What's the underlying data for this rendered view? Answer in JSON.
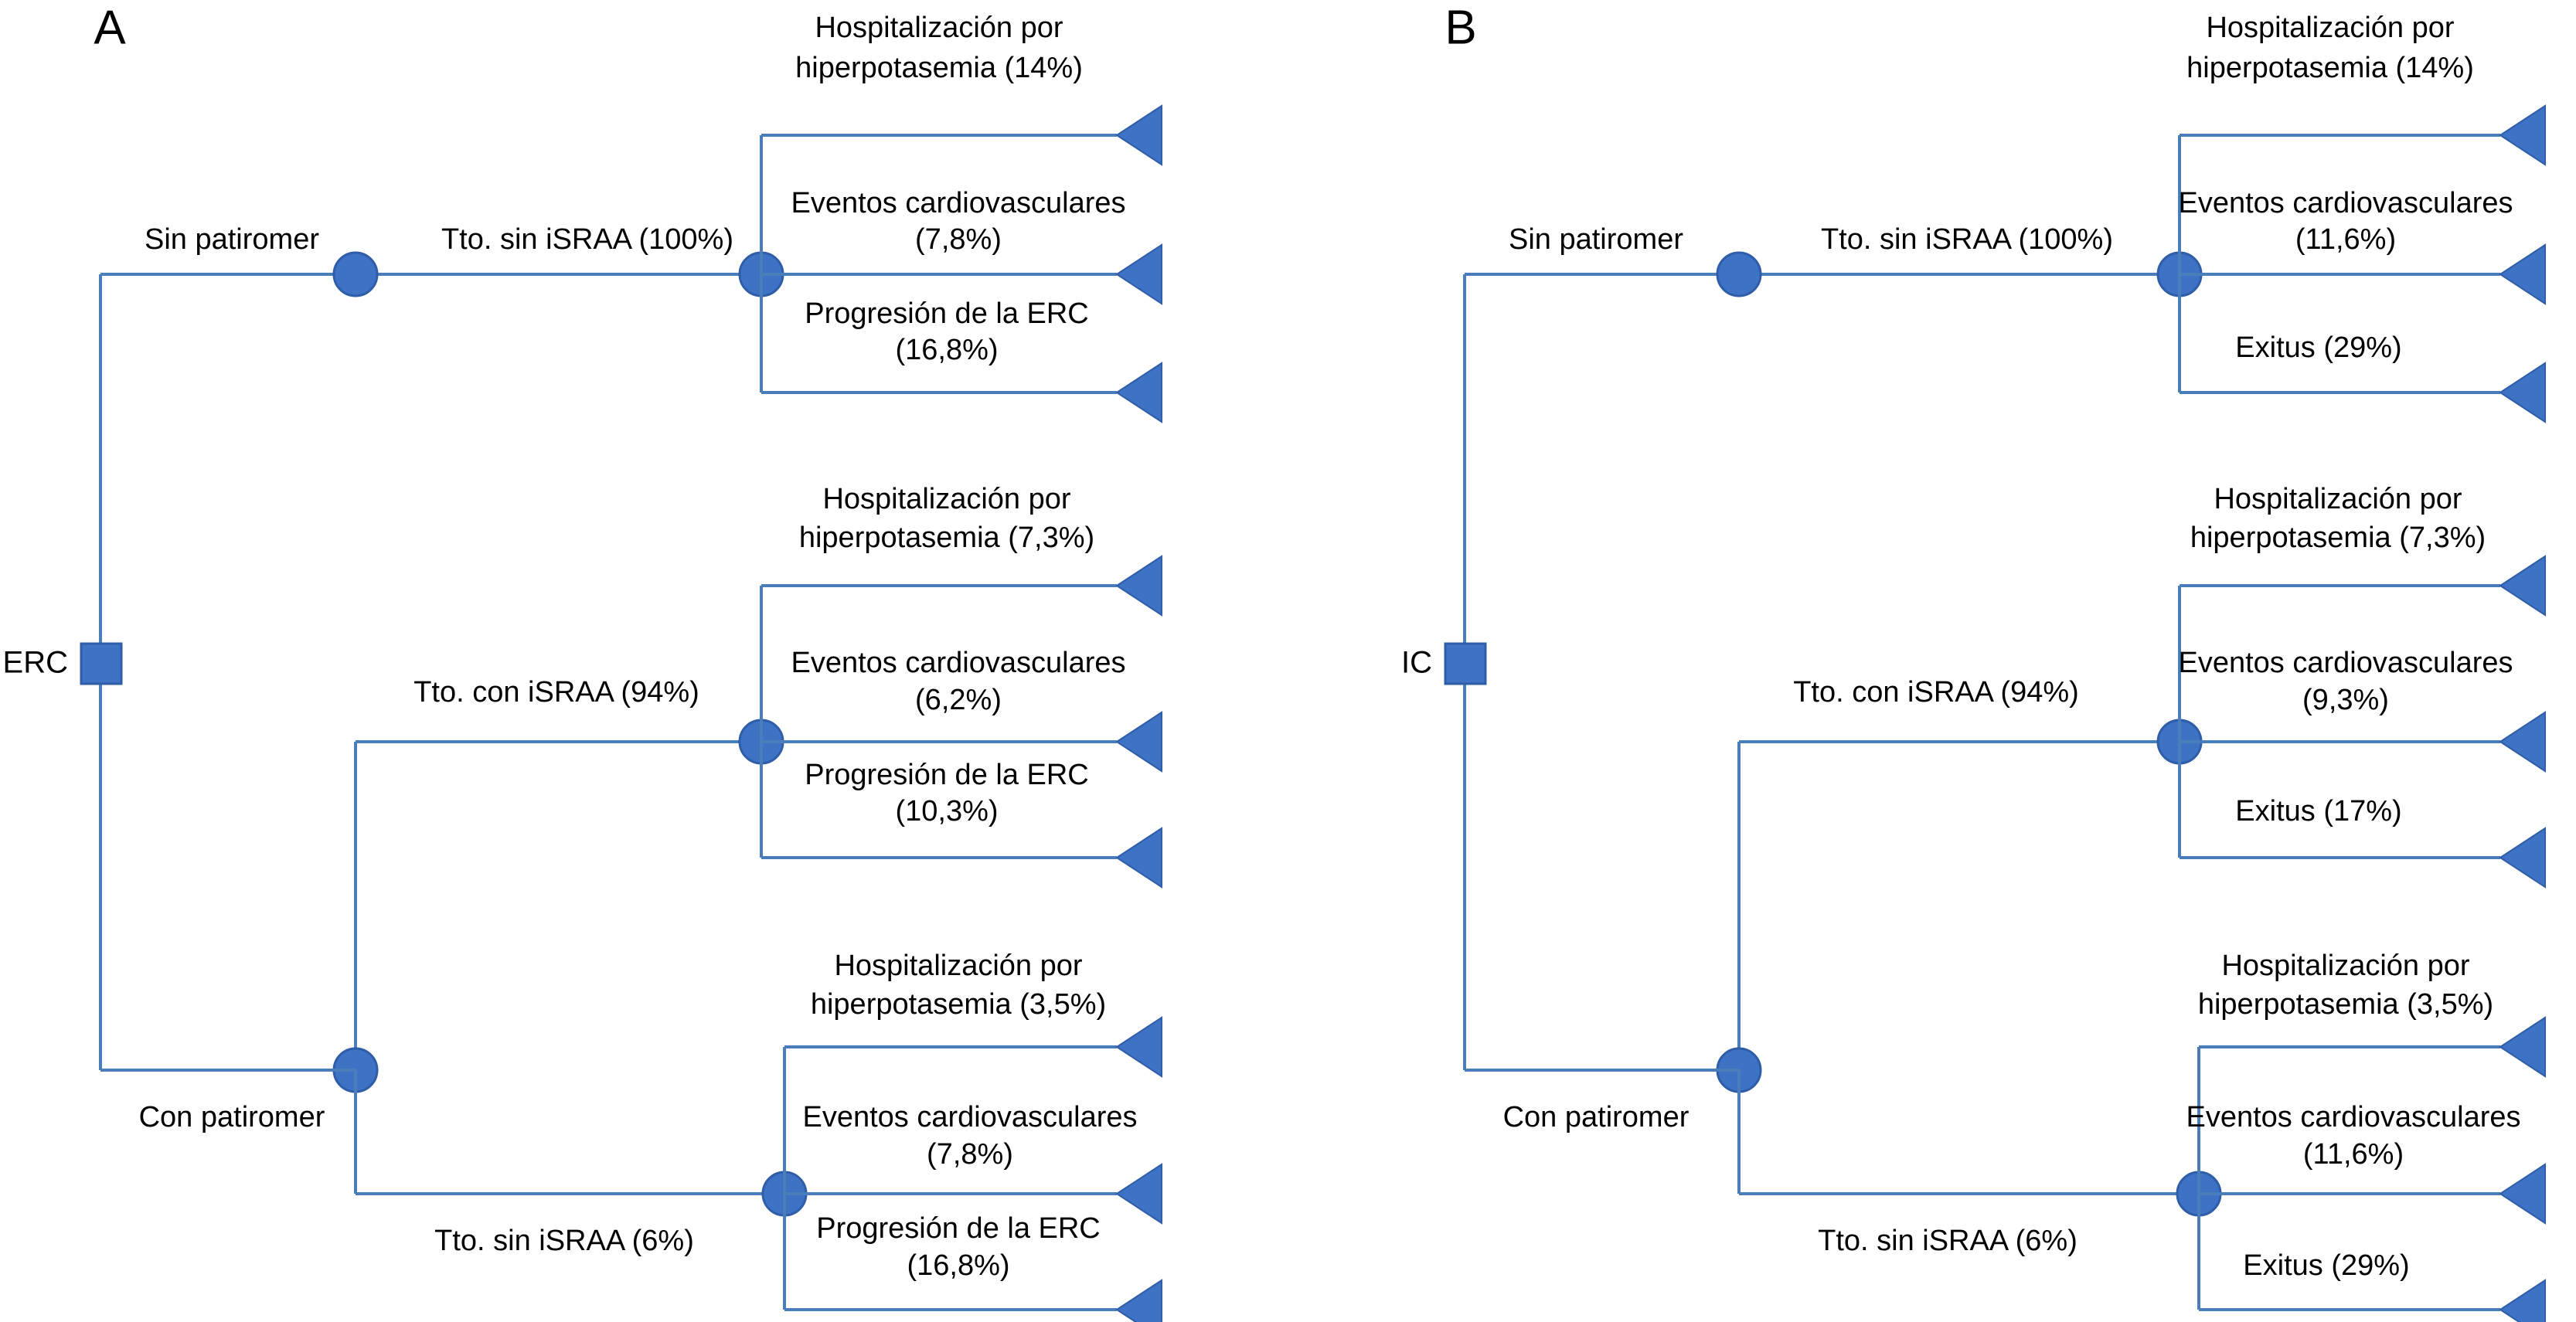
{
  "figure": {
    "type": "decision-tree",
    "colors": {
      "node_fill": "#3d72c4",
      "node_stroke": "#2f5da8",
      "edge_line": "#4a7ebb",
      "arrow_fill": "#3d72c4",
      "text": "#000000",
      "background": "#ffffff"
    },
    "panels": [
      {
        "letter": "A",
        "root_label": "ERC",
        "root_shape": "square",
        "branches": [
          {
            "branch_label": "Sin patiromer",
            "treatment_label": "Tto. sin iSRAA (100%)",
            "outcomes": [
              "Hospitalización por",
              "hiperpotasemia (14%)",
              "Eventos cardiovasculares",
              "(7,8%)",
              "Progresión de la ERC",
              "(16,8%)"
            ],
            "outcome_items": [
              {
                "line1": "Hospitalización por",
                "line2": "hiperpotasemia (14%)",
                "value": "14%"
              },
              {
                "line1": "Eventos cardiovasculares",
                "line2": "(7,8%)",
                "value": "7,8%"
              },
              {
                "line1": "Progresión de la ERC",
                "line2": "(16,8%)",
                "value": "16,8%"
              }
            ]
          },
          {
            "branch_label": "",
            "treatment_label": "Tto. con iSRAA (94%)",
            "outcome_items": [
              {
                "line1": "Hospitalización por",
                "line2": "hiperpotasemia (7,3%)",
                "value": "7,3%"
              },
              {
                "line1": "Eventos cardiovasculares",
                "line2": "(6,2%)",
                "value": "6,2%"
              },
              {
                "line1": "Progresión de la ERC",
                "line2": "(10,3%)",
                "value": "10,3%"
              }
            ]
          },
          {
            "branch_label": "Con patiromer",
            "treatment_label": "Tto. sin iSRAA (6%)",
            "outcome_items": [
              {
                "line1": "Hospitalización por",
                "line2": "hiperpotasemia (3,5%)",
                "value": "3,5%"
              },
              {
                "line1": "Eventos cardiovasculares",
                "line2": "(7,8%)",
                "value": "7,8%"
              },
              {
                "line1": "Progresión de la ERC",
                "line2": "(16,8%)",
                "value": "16,8%"
              }
            ]
          }
        ]
      },
      {
        "letter": "B",
        "root_label": "IC",
        "root_shape": "square",
        "branches": [
          {
            "branch_label": "Sin patiromer",
            "treatment_label": "Tto. sin iSRAA (100%)",
            "outcome_items": [
              {
                "line1": "Hospitalización por",
                "line2": "hiperpotasemia (14%)",
                "value": "14%"
              },
              {
                "line1": "Eventos cardiovasculares",
                "line2": "(11,6%)",
                "value": "11,6%"
              },
              {
                "line1": "Exitus (29%)",
                "line2": "",
                "value": "29%"
              }
            ]
          },
          {
            "branch_label": "",
            "treatment_label": "Tto. con iSRAA (94%)",
            "outcome_items": [
              {
                "line1": "Hospitalización por",
                "line2": "hiperpotasemia (7,3%)",
                "value": "7,3%"
              },
              {
                "line1": "Eventos cardiovasculares",
                "line2": "(9,3%)",
                "value": "9,3%"
              },
              {
                "line1": "Exitus (17%)",
                "line2": "",
                "value": "17%"
              }
            ]
          },
          {
            "branch_label": "Con patiromer",
            "treatment_label": "Tto. sin iSRAA (6%)",
            "outcome_items": [
              {
                "line1": "Hospitalización por",
                "line2": "hiperpotasemia (3,5%)",
                "value": "3,5%"
              },
              {
                "line1": "Eventos cardiovasculares",
                "line2": "(11,6%)",
                "value": "11,6%"
              },
              {
                "line1": "Exitus (29%)",
                "line2": "",
                "value": "29%"
              }
            ]
          }
        ]
      }
    ]
  },
  "panelA": {
    "letter": "A",
    "root": "ERC",
    "b1_label": "Sin patiromer",
    "b1_tto": "Tto. sin iSRAA (100%)",
    "b1_o1l1": "Hospitalización por",
    "b1_o1l2": "hiperpotasemia (14%)",
    "b1_o2l1": "Eventos cardiovasculares",
    "b1_o2l2": "(7,8%)",
    "b1_o3l1": "Progresión de la ERC",
    "b1_o3l2": "(16,8%)",
    "b2_tto": "Tto. con iSRAA (94%)",
    "b2_o1l1": "Hospitalización por",
    "b2_o1l2": "hiperpotasemia (7,3%)",
    "b2_o2l1": "Eventos cardiovasculares",
    "b2_o2l2": "(6,2%)",
    "b2_o3l1": "Progresión de la ERC",
    "b2_o3l2": "(10,3%)",
    "b3_label": "Con patiromer",
    "b3_tto": "Tto. sin iSRAA (6%)",
    "b3_o1l1": "Hospitalización por",
    "b3_o1l2": "hiperpotasemia (3,5%)",
    "b3_o2l1": "Eventos cardiovasculares",
    "b3_o2l2": "(7,8%)",
    "b3_o3l1": "Progresión de la ERC",
    "b3_o3l2": "(16,8%)"
  },
  "panelB": {
    "letter": "B",
    "root": "IC",
    "b1_label": "Sin patiromer",
    "b1_tto": "Tto. sin iSRAA (100%)",
    "b1_o1l1": "Hospitalización por",
    "b1_o1l2": "hiperpotasemia (14%)",
    "b1_o2l1": "Eventos cardiovasculares",
    "b1_o2l2": "(11,6%)",
    "b1_o3l1": "Exitus (29%)",
    "b2_tto": "Tto. con iSRAA (94%)",
    "b2_o1l1": "Hospitalización por",
    "b2_o1l2": "hiperpotasemia (7,3%)",
    "b2_o2l1": "Eventos cardiovasculares",
    "b2_o2l2": "(9,3%)",
    "b2_o3l1": "Exitus (17%)",
    "b3_label": "Con patiromer",
    "b3_tto": "Tto. sin iSRAA (6%)",
    "b3_o1l1": "Hospitalización por",
    "b3_o1l2": "hiperpotasemia (3,5%)",
    "b3_o2l1": "Eventos cardiovasculares",
    "b3_o2l2": "(11,6%)",
    "b3_o3l1": "Exitus (29%)"
  }
}
